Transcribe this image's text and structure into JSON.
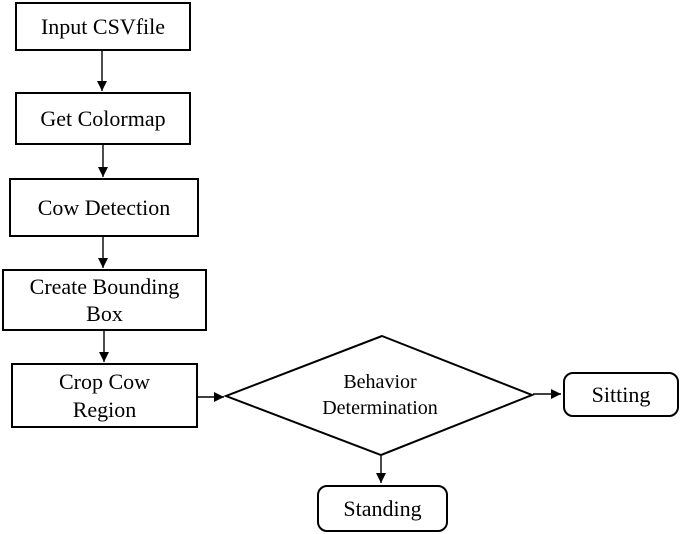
{
  "flowchart": {
    "background_color": "#ffffff",
    "line_color": "#000000",
    "nodes": [
      {
        "id": "input-csvfile",
        "shape": "rect",
        "label": "Input CSVfile"
      },
      {
        "id": "get-colormap",
        "shape": "rect",
        "label": "Get Colormap"
      },
      {
        "id": "cow-detection",
        "shape": "rect",
        "label": "Cow Detection"
      },
      {
        "id": "create-bounding-box",
        "shape": "rect",
        "label": "Create Bounding\nBox"
      },
      {
        "id": "crop-cow-region",
        "shape": "rect",
        "label": "Crop Cow\nRegion"
      },
      {
        "id": "behavior-determination",
        "shape": "diamond",
        "label": "Behavior\nDetermination"
      },
      {
        "id": "sitting",
        "shape": "rounded",
        "label": "Sitting"
      },
      {
        "id": "standing",
        "shape": "rounded",
        "label": "Standing"
      }
    ],
    "edges": [
      {
        "from": "input-csvfile",
        "to": "get-colormap"
      },
      {
        "from": "get-colormap",
        "to": "cow-detection"
      },
      {
        "from": "cow-detection",
        "to": "create-bounding-box"
      },
      {
        "from": "create-bounding-box",
        "to": "crop-cow-region"
      },
      {
        "from": "crop-cow-region",
        "to": "behavior-determination"
      },
      {
        "from": "behavior-determination",
        "to": "sitting"
      },
      {
        "from": "behavior-determination",
        "to": "standing"
      }
    ]
  }
}
